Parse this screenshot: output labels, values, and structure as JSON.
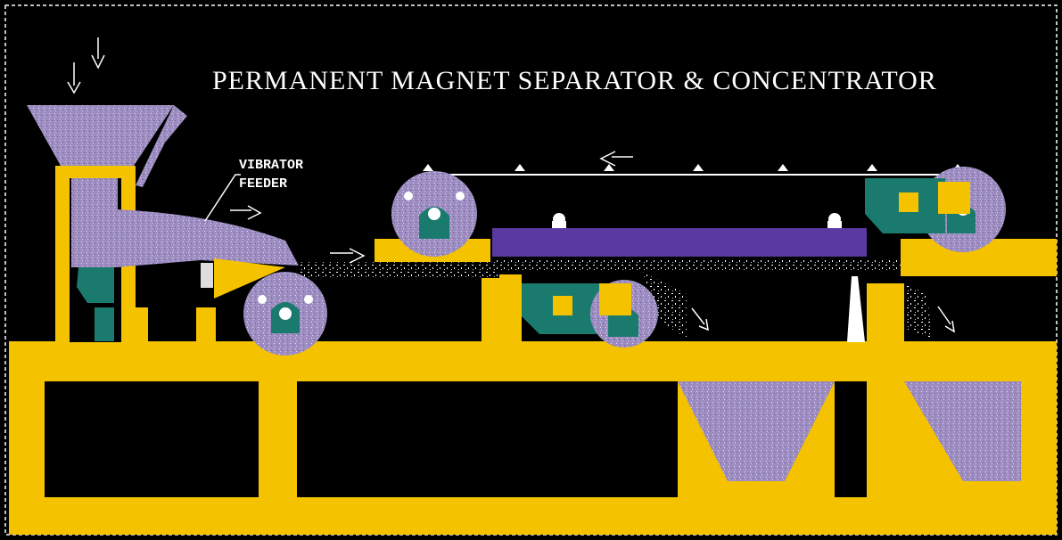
{
  "title": "PERMANENT MAGNET SEPARATOR & CONCENTRATOR",
  "labels": {
    "vibrator_line1": "VIBRATOR",
    "vibrator_line2": "FEEDER"
  },
  "colors": {
    "background": "#000000",
    "frame": "#f5c200",
    "material": "#9c8cc0",
    "magnet_block": "#5a3aa0",
    "motor": "#1a7a6e",
    "outline": "#ffffff"
  },
  "icons": [
    "down-arrow-icon",
    "right-arrow-icon",
    "left-arrow-icon",
    "diagonal-arrow-icon"
  ]
}
